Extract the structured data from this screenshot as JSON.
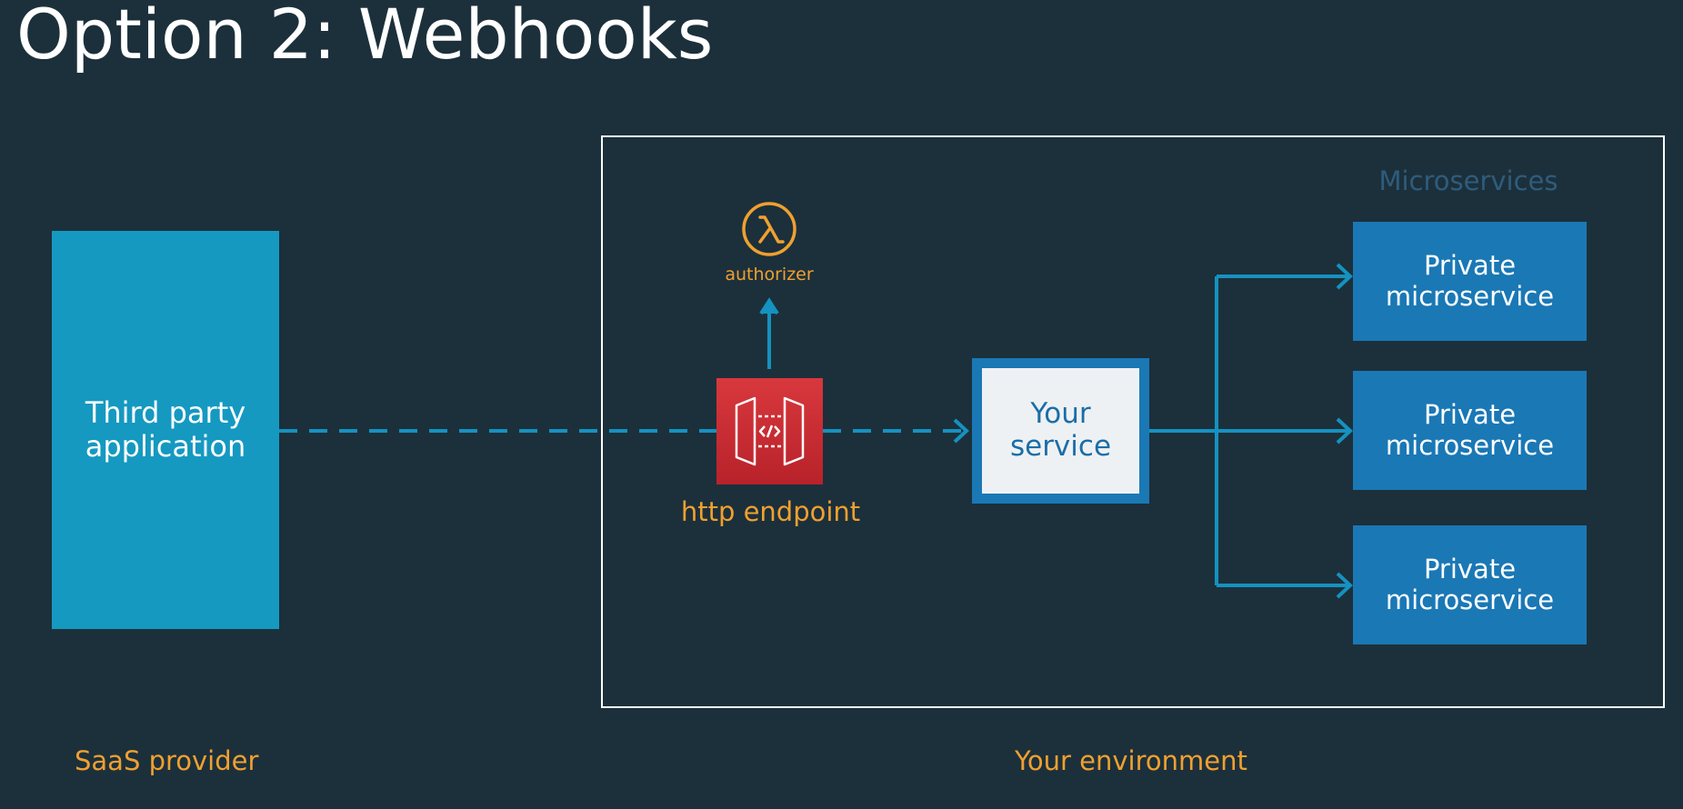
{
  "title": "Option 2: Webhooks",
  "third_party": {
    "line1": "Third party",
    "line2": "application"
  },
  "endpoint": {
    "icon": "api-gateway-icon",
    "label": "http endpoint"
  },
  "authorizer": {
    "icon": "lambda-icon",
    "label": "authorizer"
  },
  "your_service": {
    "line1": "Your",
    "line2": "service"
  },
  "microservices": {
    "section_label": "Microservices",
    "items": [
      {
        "line1": "Private",
        "line2": "microservice"
      },
      {
        "line1": "Private",
        "line2": "microservice"
      },
      {
        "line1": "Private",
        "line2": "microservice"
      }
    ]
  },
  "footer": {
    "left": "SaaS provider",
    "right": "Your environment"
  },
  "colors": {
    "background": "#1c303b",
    "connector": "#1592c0",
    "third_party": "#1599c1",
    "microservice": "#1a78b5",
    "accent_label": "#f0a030",
    "endpoint_red": "#c52b31"
  }
}
